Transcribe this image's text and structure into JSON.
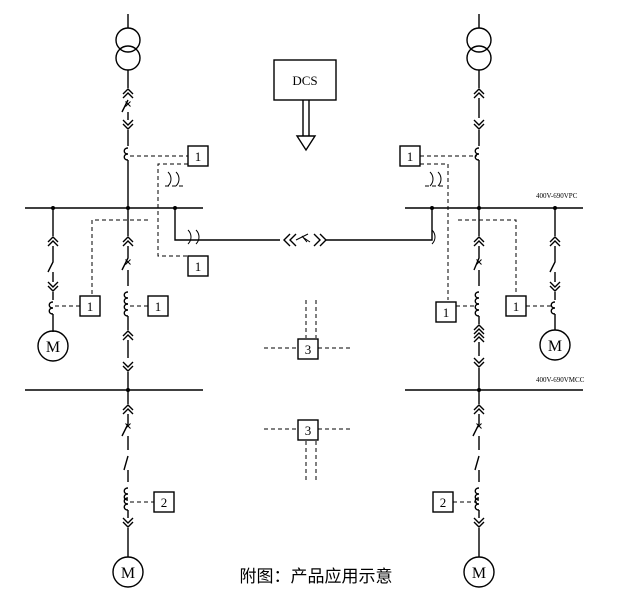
{
  "control_system": {
    "label": "DCS"
  },
  "bus_labels": {
    "upper": "400V-690VPC",
    "lower": "400V-690VMCC"
  },
  "motor_label": "M",
  "unit_labels": {
    "one": "1",
    "two": "2",
    "three": "3"
  },
  "caption": "附图：产品应用示意",
  "colors": {
    "line": "#000000",
    "background": "#ffffff"
  }
}
